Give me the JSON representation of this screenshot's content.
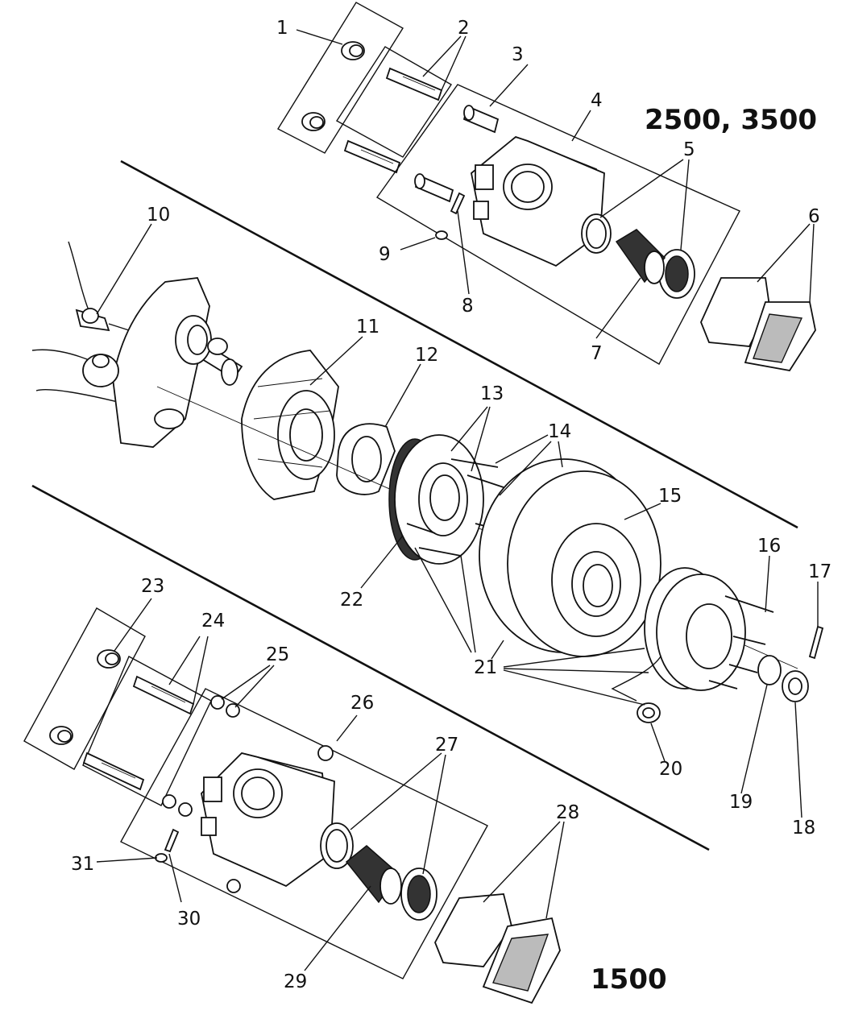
{
  "labels": {
    "model_upper": "2500, 3500",
    "model_lower": "1500"
  },
  "callouts": [
    "1",
    "2",
    "3",
    "4",
    "5",
    "6",
    "7",
    "8",
    "9",
    "10",
    "11",
    "12",
    "13",
    "14",
    "15",
    "16",
    "17",
    "18",
    "19",
    "20",
    "21",
    "22",
    "23",
    "24",
    "25",
    "26",
    "27",
    "28",
    "29",
    "30",
    "31"
  ]
}
